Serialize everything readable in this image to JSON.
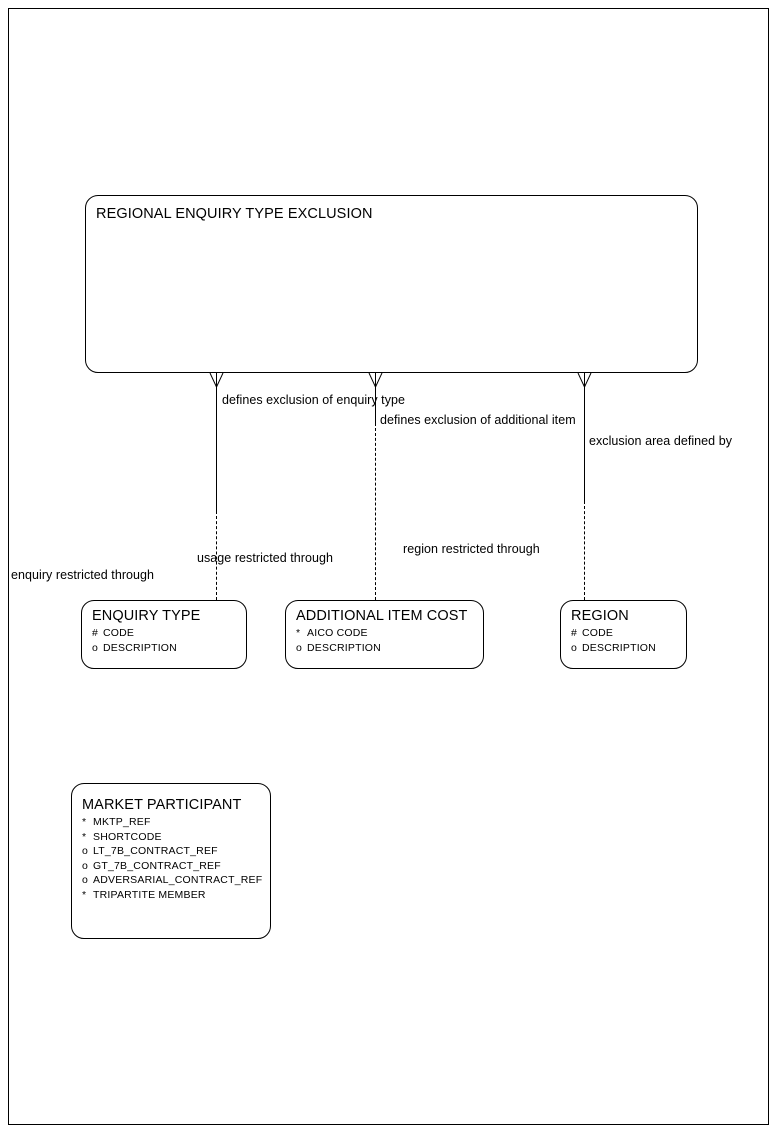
{
  "diagram": {
    "title": "REGIONAL ENQUIRY TYPE EXCLUSION",
    "page_border_color": "#000000",
    "line_color": "#000000",
    "background": "#ffffff"
  },
  "entities": {
    "regional_enquiry_type_exclusion": {
      "name": "REGIONAL ENQUIRY TYPE EXCLUSION",
      "attributes": []
    },
    "enquiry_type": {
      "name": "ENQUIRY TYPE",
      "attributes": [
        {
          "mark": "#",
          "label": "CODE"
        },
        {
          "mark": "o",
          "label": "DESCRIPTION"
        }
      ]
    },
    "additional_item_cost": {
      "name": "ADDITIONAL ITEM COST",
      "attributes": [
        {
          "mark": "*",
          "label": "AICO CODE"
        },
        {
          "mark": "o",
          "label": "DESCRIPTION"
        }
      ]
    },
    "region": {
      "name": "REGION",
      "attributes": [
        {
          "mark": "#",
          "label": "CODE"
        },
        {
          "mark": "o",
          "label": "DESCRIPTION"
        }
      ]
    },
    "market_participant": {
      "name": "MARKET PARTICIPANT",
      "attributes": [
        {
          "mark": "*",
          "label": "MKTP_REF"
        },
        {
          "mark": "*",
          "label": "SHORTCODE"
        },
        {
          "mark": "o",
          "label": "LT_7B_CONTRACT_REF"
        },
        {
          "mark": "o",
          "label": "GT_7B_CONTRACT_REF"
        },
        {
          "mark": "o",
          "label": "ADVERSARIAL_CONTRACT_REF"
        },
        {
          "mark": "*",
          "label": "TRIPARTITE MEMBER"
        }
      ]
    }
  },
  "relationships": [
    {
      "id": "enquiry-type-relationship",
      "from_label": "defines exclusion of enquiry type",
      "to_label": "enquiry restricted through"
    },
    {
      "id": "additional-item-relationship",
      "from_label": "defines exclusion of additional item",
      "to_label": "usage restricted through"
    },
    {
      "id": "region-relationship",
      "from_label": "exclusion area defined by",
      "to_label": "region restricted through"
    }
  ]
}
